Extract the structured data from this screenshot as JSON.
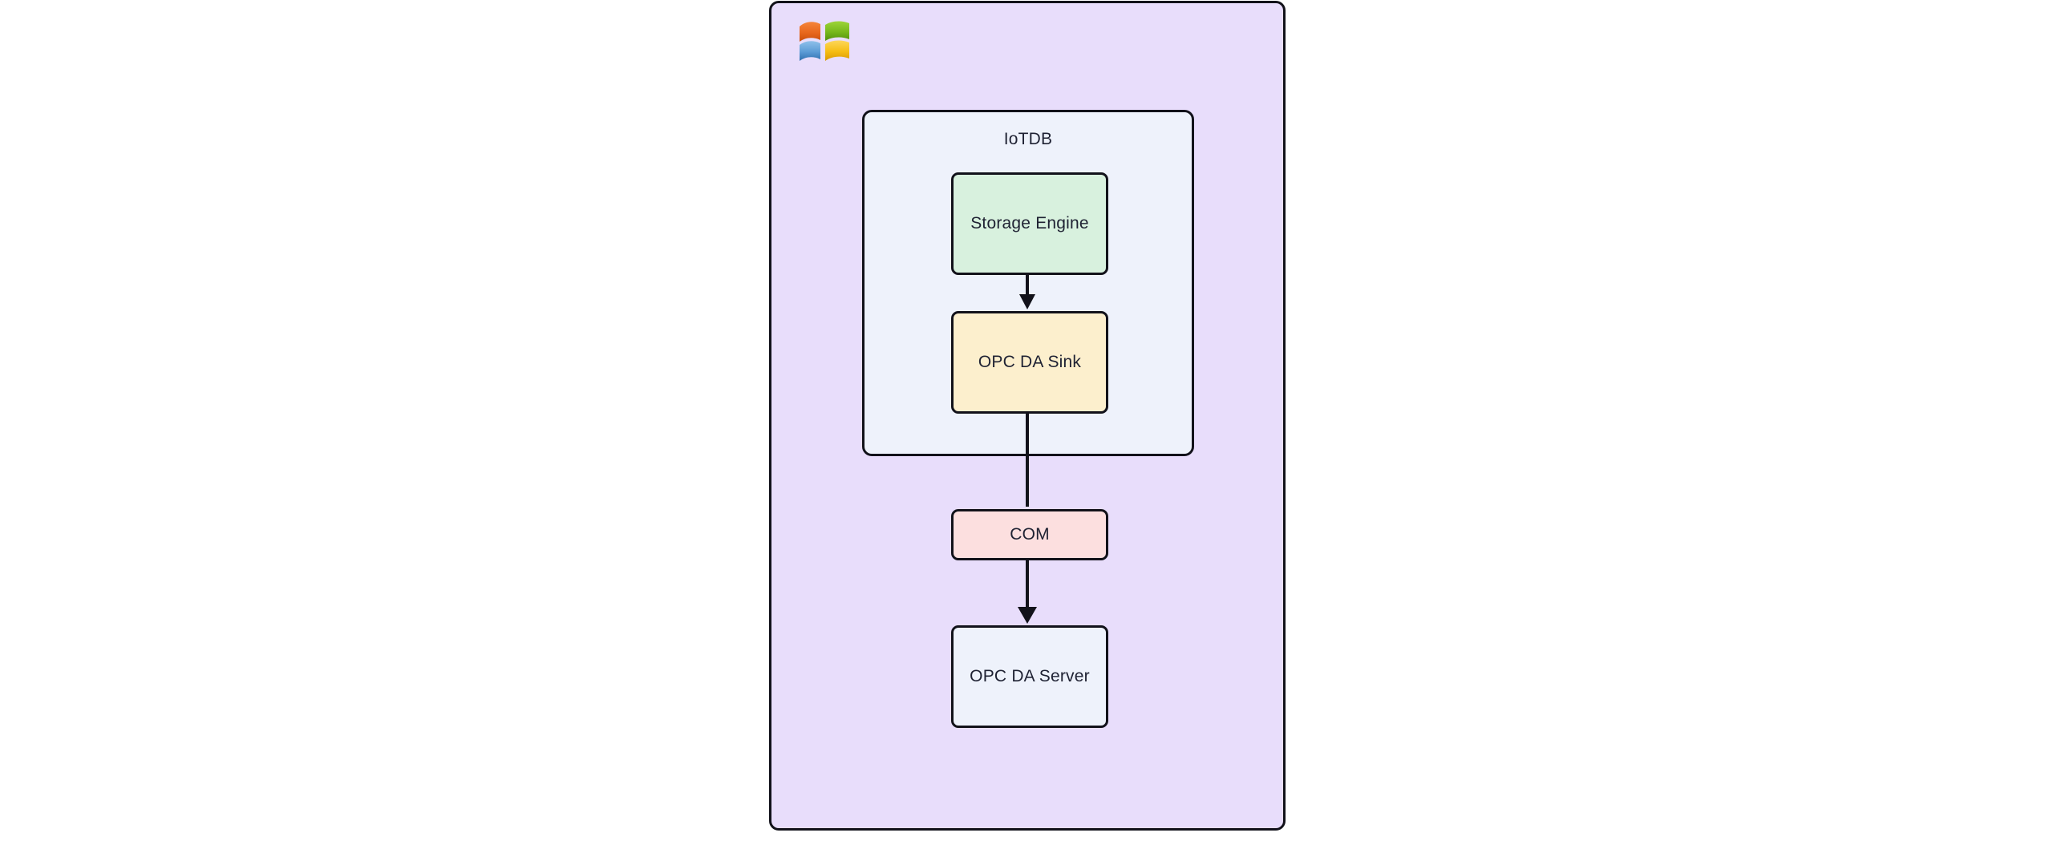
{
  "diagram": {
    "type": "flowchart",
    "direction": "top-to-bottom",
    "background": "#ffffff",
    "host": {
      "name": "windows-host",
      "icon": "windows-logo-icon",
      "fill": "#e8ddfb",
      "stroke": "#12121a",
      "label": ""
    },
    "containers": [
      {
        "id": "iotdb",
        "label": "IoTDB",
        "fill": "#eef2fb",
        "stroke": "#12121a"
      }
    ],
    "nodes": [
      {
        "id": "storage-engine",
        "label": "Storage Engine",
        "fill": "#d8f1de",
        "stroke": "#12121a",
        "parent": "iotdb"
      },
      {
        "id": "opc-da-sink",
        "label": "OPC DA Sink",
        "fill": "#fcefcd",
        "stroke": "#12121a",
        "parent": "iotdb"
      },
      {
        "id": "com",
        "label": "COM",
        "fill": "#fcdfdf",
        "stroke": "#12121a",
        "parent": "windows-host"
      },
      {
        "id": "opc-da-server",
        "label": "OPC DA Server",
        "fill": "#eef2fb",
        "stroke": "#12121a",
        "parent": "windows-host"
      }
    ],
    "edges": [
      {
        "from": "storage-engine",
        "to": "opc-da-sink",
        "arrow": "triangle",
        "label": ""
      },
      {
        "from": "opc-da-sink",
        "to": "com",
        "arrow": "none",
        "label": ""
      },
      {
        "from": "com",
        "to": "opc-da-server",
        "arrow": "triangle",
        "label": ""
      }
    ],
    "windows_logo": {
      "quadrant_top_left": "#e8671c",
      "quadrant_top_right": "#7ab81e",
      "quadrant_bottom_left": "#5b9bd5",
      "quadrant_bottom_right": "#f5bc12"
    }
  }
}
